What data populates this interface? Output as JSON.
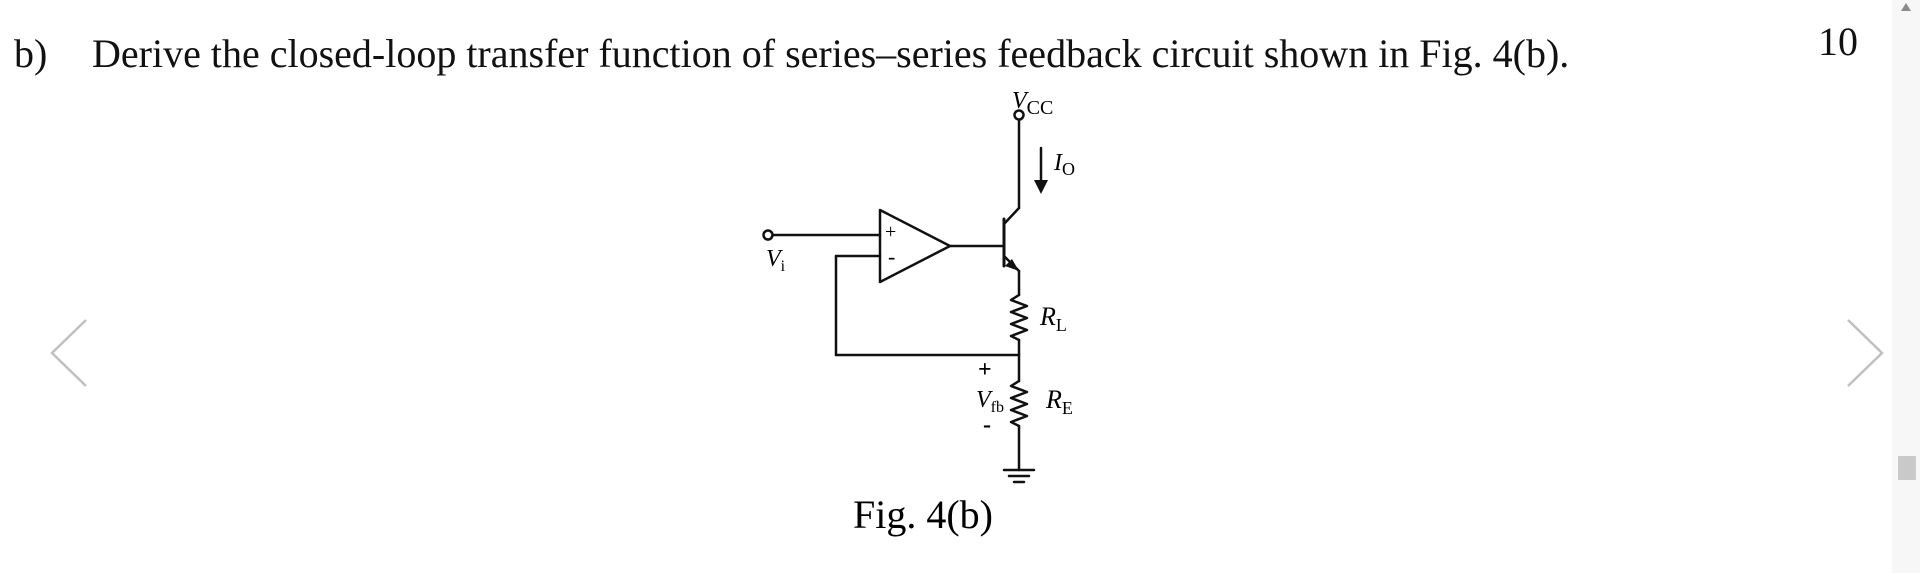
{
  "question": {
    "label": "b)",
    "text": "Derive the closed-loop transfer function of series–series feedback circuit shown in Fig. 4(b).",
    "marks": "10"
  },
  "circuit": {
    "vcc_label": "V",
    "vcc_sub": "CC",
    "io_label": "I",
    "io_sub": "O",
    "vi_label": "V",
    "vi_sub": "i",
    "rl_label": "R",
    "rl_sub": "L",
    "re_label": "R",
    "re_sub": "E",
    "vfb_label": "V",
    "vfb_sub": "fb",
    "opamp_plus": "+",
    "opamp_minus": "-",
    "vfb_plus": "+",
    "vfb_minus": "-",
    "caption": "Fig. 4(b)"
  },
  "icons": {
    "prev": "chevron-left-icon",
    "next": "chevron-right-icon",
    "scroll_up": "triangle-up-icon"
  }
}
